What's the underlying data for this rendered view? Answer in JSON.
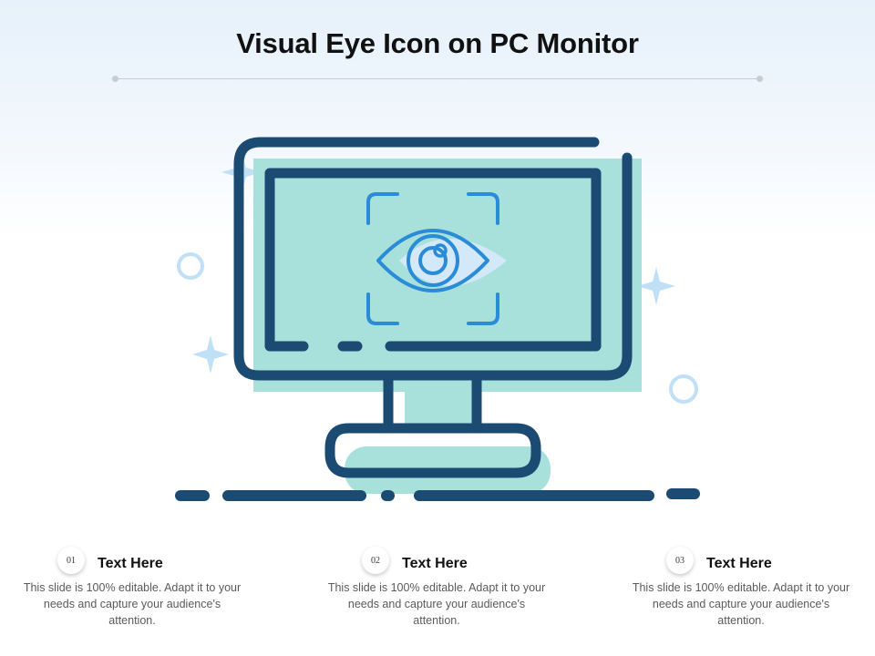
{
  "title": "Visual Eye Icon on PC Monitor",
  "colors": {
    "navy": "#1b4a72",
    "aqua": "#a8e0dc",
    "blue": "#2a8bd6",
    "pale_blue": "#d3e8f8",
    "accent_light": "#bfe0f6"
  },
  "icons": [
    "monitor-icon",
    "eye-icon",
    "sparkle-icon",
    "circle-icon"
  ],
  "items": [
    {
      "number": "01",
      "heading": "Text Here",
      "body": "This slide is 100% editable. Adapt it to your needs and capture your audience's attention."
    },
    {
      "number": "02",
      "heading": "Text Here",
      "body": "This slide is 100% editable. Adapt it to your needs and capture your audience's attention."
    },
    {
      "number": "03",
      "heading": "Text Here",
      "body": "This slide is 100% editable. Adapt it to your needs and capture your audience's attention."
    }
  ]
}
